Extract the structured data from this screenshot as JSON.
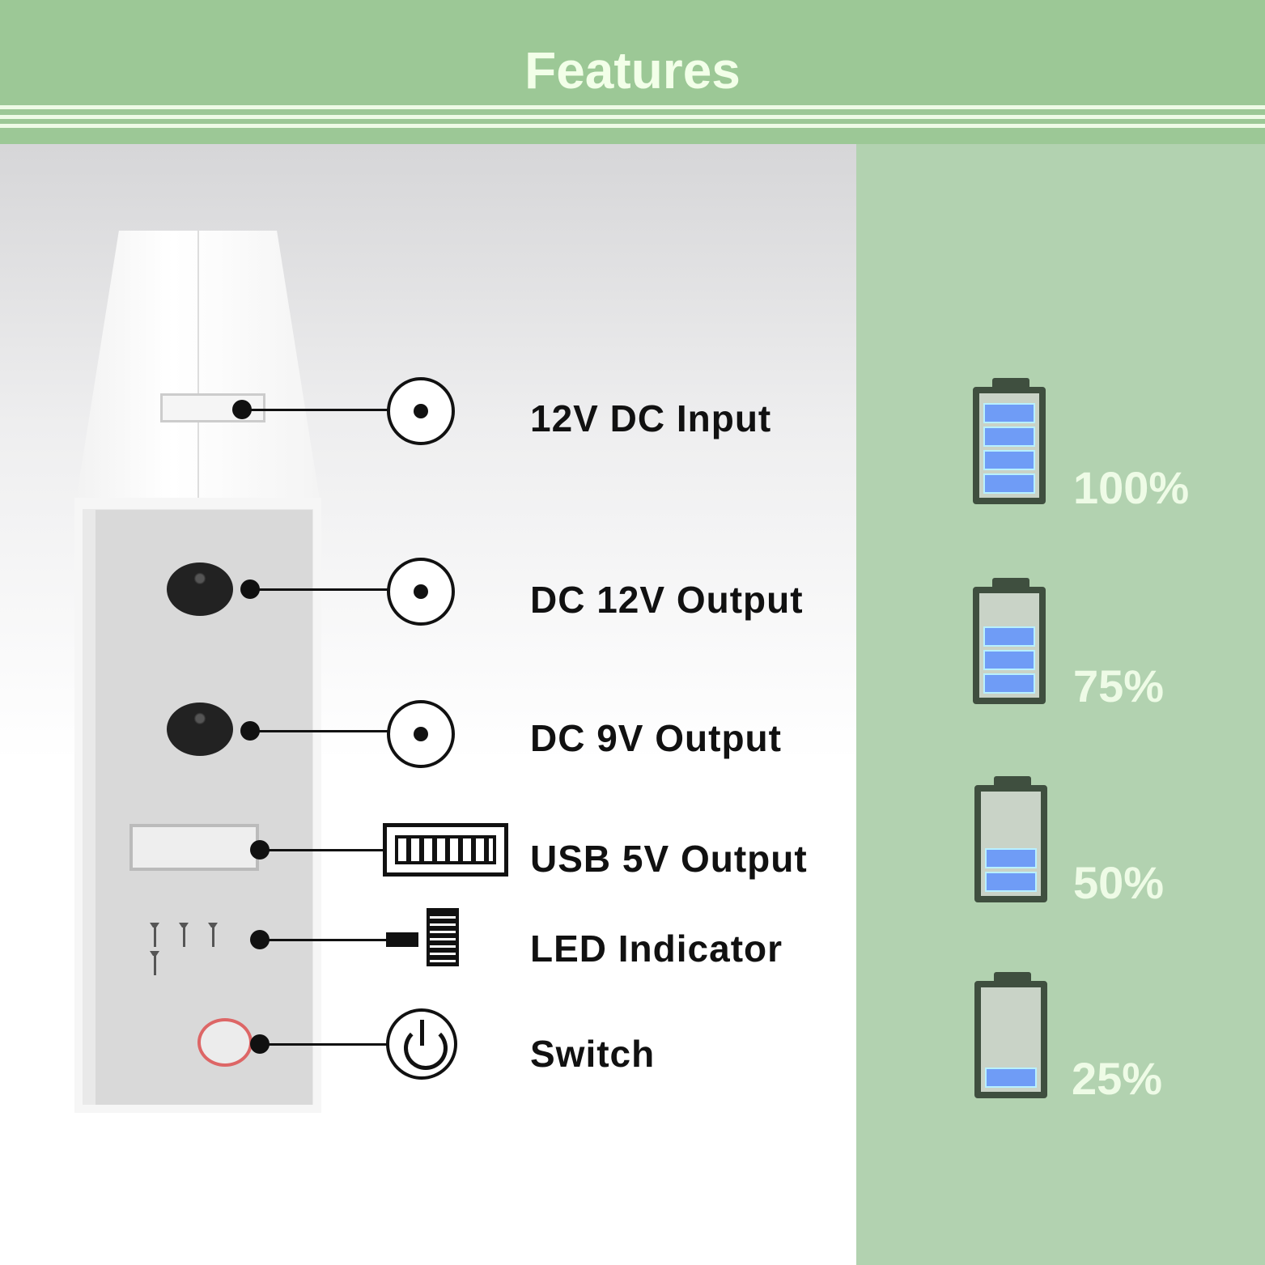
{
  "header": {
    "title": "Features"
  },
  "features": [
    {
      "label": "12V DC Input",
      "icon": "dc-jack-icon"
    },
    {
      "label": "DC 12V Output",
      "icon": "dc-jack-icon"
    },
    {
      "label": "DC 9V Output",
      "icon": "dc-jack-icon"
    },
    {
      "label": "USB 5V Output",
      "icon": "usb-port-icon"
    },
    {
      "label": "LED Indicator",
      "icon": "battery-led-icon"
    },
    {
      "label": "Switch",
      "icon": "power-icon"
    }
  ],
  "battery_levels": [
    {
      "label": "100%",
      "level": 100,
      "segments": 4
    },
    {
      "label": "75%",
      "level": 75,
      "segments": 3
    },
    {
      "label": "50%",
      "level": 50,
      "segments": 2
    },
    {
      "label": "25%",
      "level": 25,
      "segments": 1
    }
  ],
  "colors": {
    "header": "#9cc896",
    "panel": "#b2d2b0",
    "battery_fill": "#6f9cf6",
    "battery_frame": "#3f4f3f"
  }
}
